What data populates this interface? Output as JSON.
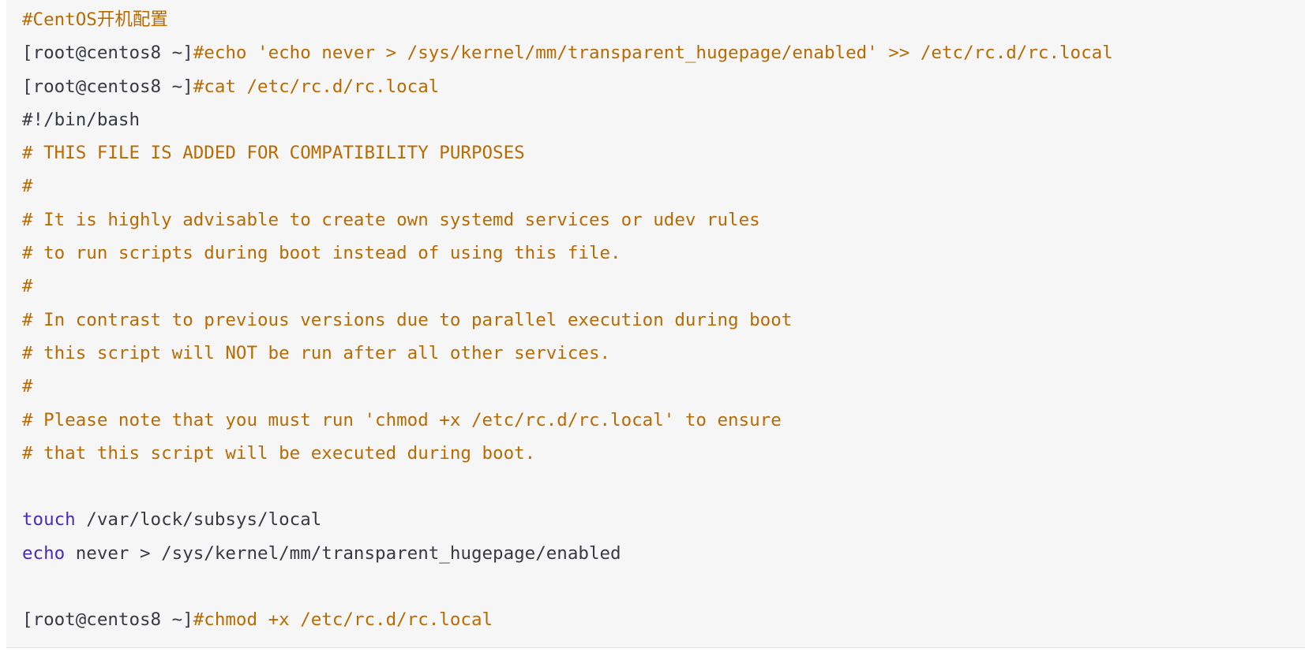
{
  "colors": {
    "background": "#f6f6f7",
    "comment": "#b76b01",
    "text": "#383a42",
    "keyword": "#4b2bb5"
  },
  "code": {
    "lines": [
      {
        "parts": [
          {
            "t": "#CentOS开机配置",
            "k": "comment"
          }
        ]
      },
      {
        "parts": [
          {
            "t": "[root@centos8 ~]",
            "k": "prompt"
          },
          {
            "t": "#echo 'echo never > /sys/kernel/mm/transparent_hugepage/enabled' >> /etc/rc.d/rc.local",
            "k": "comment"
          }
        ]
      },
      {
        "parts": [
          {
            "t": "[root@centos8 ~]",
            "k": "prompt"
          },
          {
            "t": "#cat /etc/rc.d/rc.local",
            "k": "comment"
          }
        ]
      },
      {
        "parts": [
          {
            "t": "#!/bin/bash",
            "k": "normal"
          }
        ]
      },
      {
        "parts": [
          {
            "t": "# THIS FILE IS ADDED FOR COMPATIBILITY PURPOSES",
            "k": "comment"
          }
        ]
      },
      {
        "parts": [
          {
            "t": "#",
            "k": "comment"
          }
        ]
      },
      {
        "parts": [
          {
            "t": "# It is highly advisable to create own systemd services or udev rules",
            "k": "comment"
          }
        ]
      },
      {
        "parts": [
          {
            "t": "# to run scripts during boot instead of using this file.",
            "k": "comment"
          }
        ]
      },
      {
        "parts": [
          {
            "t": "#",
            "k": "comment"
          }
        ]
      },
      {
        "parts": [
          {
            "t": "# In contrast to previous versions due to parallel execution during boot",
            "k": "comment"
          }
        ]
      },
      {
        "parts": [
          {
            "t": "# this script will NOT be run after all other services.",
            "k": "comment"
          }
        ]
      },
      {
        "parts": [
          {
            "t": "#",
            "k": "comment"
          }
        ]
      },
      {
        "parts": [
          {
            "t": "# Please note that you must run 'chmod +x /etc/rc.d/rc.local' to ensure",
            "k": "comment"
          }
        ]
      },
      {
        "parts": [
          {
            "t": "# that this script will be executed during boot.",
            "k": "comment"
          }
        ]
      },
      {
        "parts": []
      },
      {
        "parts": [
          {
            "t": "touch",
            "k": "keyword"
          },
          {
            "t": " /var/lock/subsys/local",
            "k": "normal"
          }
        ]
      },
      {
        "parts": [
          {
            "t": "echo",
            "k": "keyword"
          },
          {
            "t": " never > /sys/kernel/mm/transparent_hugepage/enabled",
            "k": "normal"
          }
        ]
      },
      {
        "parts": []
      },
      {
        "parts": [
          {
            "t": "[root@centos8 ~]",
            "k": "prompt"
          },
          {
            "t": "#chmod +x /etc/rc.d/rc.local",
            "k": "comment"
          }
        ]
      }
    ]
  }
}
